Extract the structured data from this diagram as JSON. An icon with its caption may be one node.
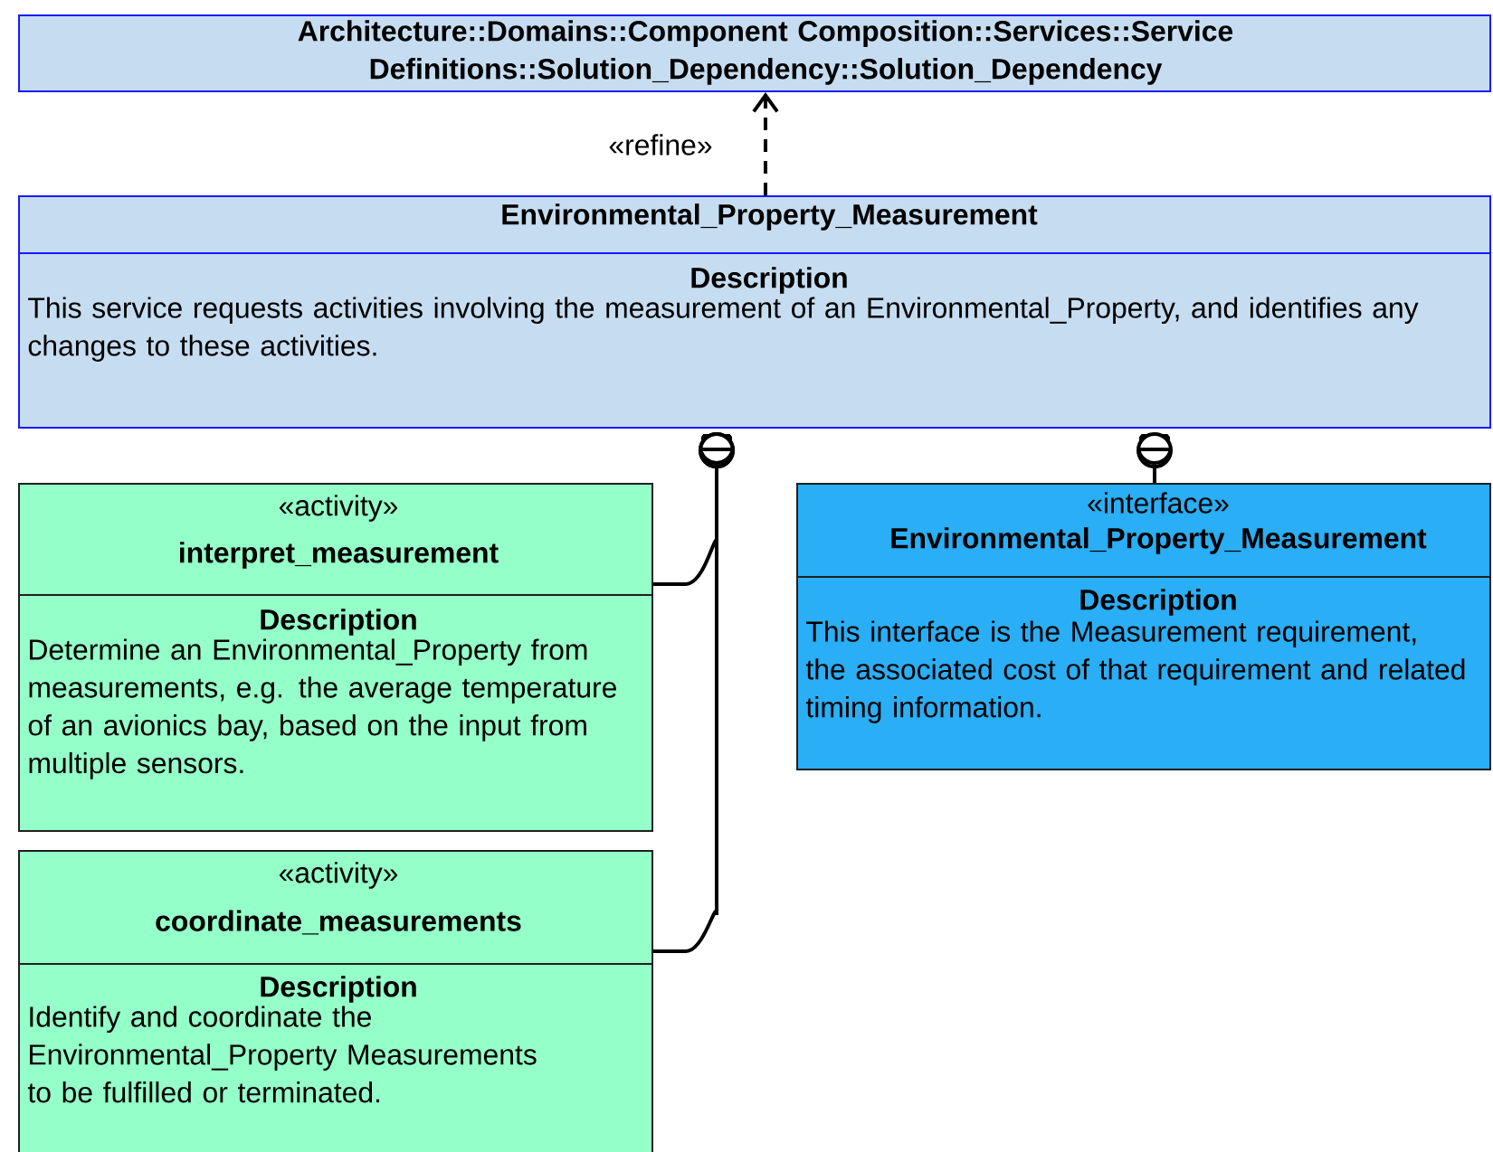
{
  "diagram": {
    "nodes": [
      {
        "text": [
          "Architecture::Domains::Component Composition::Services::Service Definitions::Solution_Dependency::Solution_Dependency"
        ]
      },
      {
        "text": [
          "Environmental_Property_Measurement",
          "Description",
          "This service requests activities involving the measurement of an Environmental_Property, and identifies any changes to these activities."
        ]
      },
      {
        "text": [
          "«activity»",
          "interpret_measurement",
          "Description",
          "Determine an Environmental_Property from measurements, e.g. the average temperature of an avionics bay, based on the input from multiple sensors."
        ]
      },
      {
        "text": [
          "«activity»",
          "coordinate_measurements",
          "Description",
          "Identify and coordinate the Environmental_Property Measurements to be fulfilled or terminated."
        ]
      },
      {
        "text": [
          "«interface»",
          "Environmental_Property_Measurement",
          "Description",
          "This interface is the Measurement requirement, the associated cost of that requirement and related timing information."
        ]
      }
    ],
    "edges": [
      {
        "from": 1,
        "to": 0,
        "arrow": "to",
        "style": "dashed",
        "label": "«refine»"
      },
      {
        "from": 2,
        "to": 1,
        "arrow": "other"
      },
      {
        "from": 3,
        "to": 1,
        "arrow": "other"
      },
      {
        "from": 4,
        "to": 1,
        "arrow": "other"
      }
    ]
  }
}
